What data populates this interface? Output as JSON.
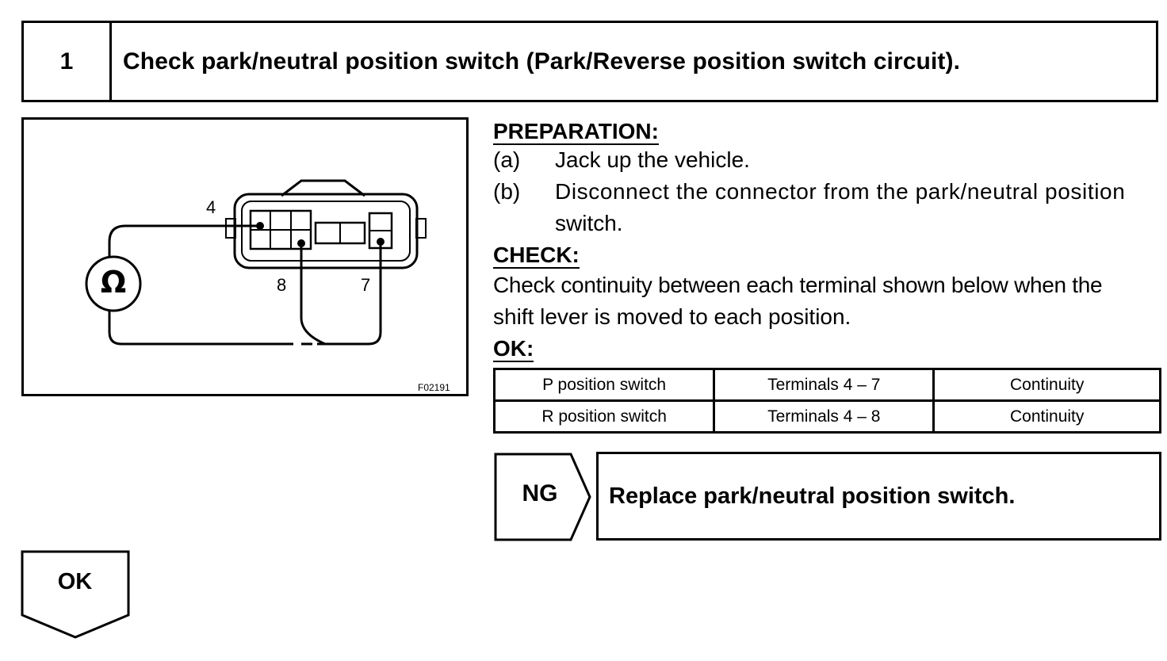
{
  "step": {
    "number": "1",
    "title": "Check park/neutral position switch (Park/Reverse position switch circuit)."
  },
  "diagram": {
    "meter_symbol": "Ω",
    "terminal_labels": [
      "4",
      "8",
      "7"
    ],
    "figure_code": "F02191"
  },
  "preparation": {
    "heading": "PREPARATION:",
    "items": [
      {
        "marker": "(a)",
        "text": "Jack up the vehicle."
      },
      {
        "marker": "(b)",
        "text": "Disconnect the connector from the park/neutral position",
        "cont": "switch."
      }
    ]
  },
  "check": {
    "heading": "CHECK:",
    "line1": "Check continuity between each terminal shown below when the",
    "line2": "shift lever is moved to each position."
  },
  "ok_spec": {
    "heading": "OK:",
    "rows": [
      [
        "P position switch",
        "Terminals 4 – 7",
        "Continuity"
      ],
      [
        "R position switch",
        "Terminals 4 – 8",
        "Continuity"
      ]
    ]
  },
  "ng": {
    "label": "NG",
    "action": "Replace park/neutral position switch."
  },
  "ok": {
    "label": "OK"
  }
}
